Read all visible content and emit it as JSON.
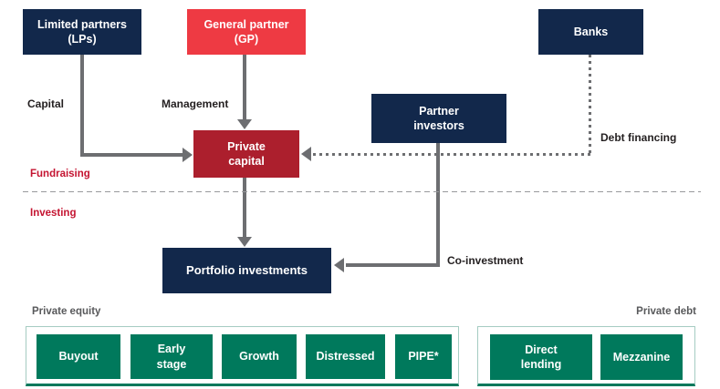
{
  "nodes": {
    "limited_partners": "Limited partners (LPs)",
    "general_partner": "General partner (GP)",
    "banks": "Banks",
    "partner_investors": "Partner investors",
    "private_capital": "Private capital",
    "portfolio_investments": "Portfolio investments"
  },
  "flow_labels": {
    "capital": "Capital",
    "management": "Management",
    "debt_financing": "Debt financing",
    "co_investment": "Co-investment"
  },
  "phase_labels": {
    "fundraising": "Fundraising",
    "investing": "Investing"
  },
  "groups": {
    "private_equity": {
      "title": "Private equity",
      "items": [
        "Buyout",
        "Early stage",
        "Growth",
        "Distressed",
        "PIPE*"
      ]
    },
    "private_debt": {
      "title": "Private debt",
      "items": [
        "Direct lending",
        "Mezzanine"
      ]
    }
  },
  "colors": {
    "navy": "#12284B",
    "bright_red": "#EE3A43",
    "dark_red": "#AC1F2D",
    "green": "#00795C",
    "phase_label_red": "#C41431",
    "arrow_gray": "#6D6E71",
    "divider_gray": "#97999C",
    "group_title_gray": "#58595B",
    "group_border_teal": "#A5CCC2",
    "text_black": "#231F20"
  }
}
